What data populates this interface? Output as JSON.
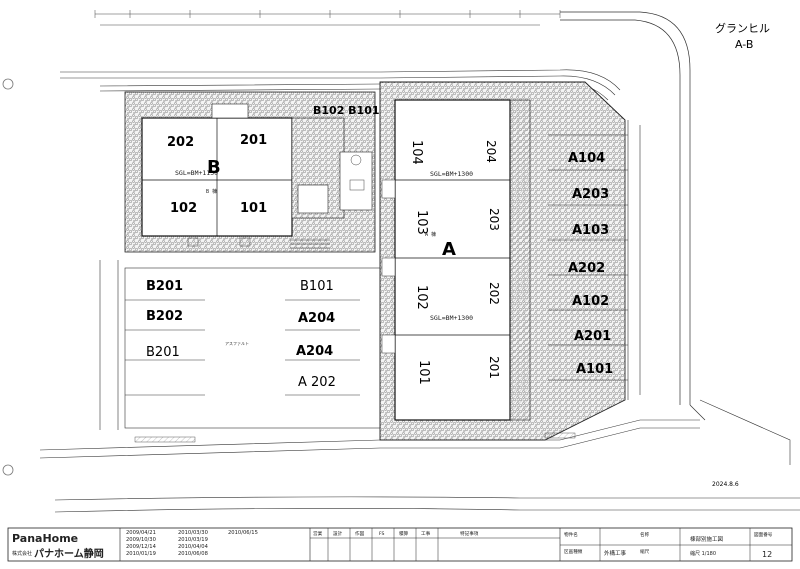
{
  "drawing": {
    "corner_note_line1": "グランヒル",
    "corner_note_line2": "A-B",
    "date_note": "2024.8.6",
    "building_b": {
      "letter": "B",
      "name": "B 棟",
      "sgl": "SGL=BM+1150",
      "units": [
        "202",
        "201",
        "102",
        "101"
      ],
      "side_tag": "B102 B101"
    },
    "building_a": {
      "letter": "A",
      "name": "A 棟",
      "sgl_upper": "SGL=BM+1300",
      "sgl_lower": "SGL=BM+1300",
      "units_left": [
        "104",
        "103",
        "102",
        "101"
      ],
      "units_right": [
        "204",
        "203",
        "202",
        "201"
      ]
    },
    "right_parking": [
      "A104",
      "A203",
      "A103",
      "A202",
      "A102",
      "A201",
      "A101"
    ],
    "left_parking": [
      "B201",
      "B202",
      "B201"
    ],
    "mid_parking": [
      "B101",
      "A204",
      "A204",
      "A 202"
    ],
    "asphalt_label": "アスファルト"
  },
  "title_block": {
    "logo": "PanaHome",
    "company_prefix": "株式会社",
    "company": "パナホーム静岡",
    "revisions": [
      [
        "2009/04/21",
        "2010/03/30",
        "2010/06/15"
      ],
      [
        "2009/10/30",
        "2010/03/19",
        ""
      ],
      [
        "2009/12/14",
        "2010/04/04",
        ""
      ],
      [
        "2010/01/19",
        "2010/06/08",
        ""
      ]
    ],
    "stamp_headers": [
      "営業",
      "設計",
      "作図",
      "FS",
      "積算",
      "工事",
      "特記事項"
    ],
    "project_label": "物件名",
    "project_value": "",
    "drawing_name_label": "名称",
    "drawing_name_value": "棟部別施工図",
    "drawing_no_label": "図面番号",
    "drawing_no": "12",
    "work_label": "区画種類",
    "work_value": "外構工事",
    "scale_label": "縮尺",
    "scale_value": "縮尺 1/180"
  }
}
